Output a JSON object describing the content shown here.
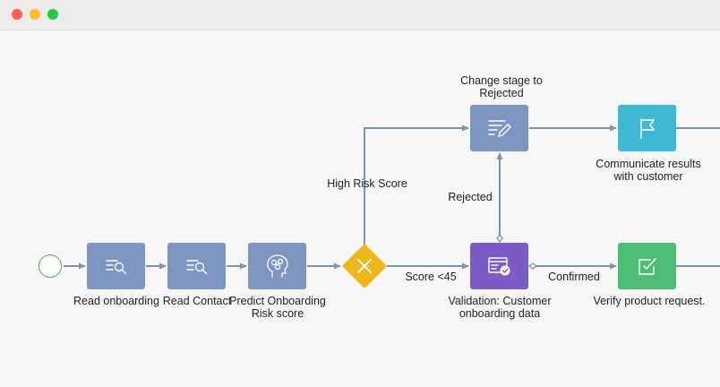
{
  "window": {
    "controls": [
      "close",
      "minimize",
      "zoom"
    ],
    "colors": {
      "close": "#ff5f57",
      "minimize": "#febc2e",
      "zoom": "#28c840"
    }
  },
  "diagram": {
    "nodes": {
      "start": {
        "type": "start-event",
        "color": "#4caf50"
      },
      "read_onboarding": {
        "label": "Read onboarding",
        "icon": "read-data-icon",
        "color": "#7d96c0"
      },
      "read_contact": {
        "label": "Read Contact",
        "icon": "read-data-icon",
        "color": "#7d96c0"
      },
      "predict": {
        "label_line1": "Predict Onboarding",
        "label_line2": "Risk score",
        "icon": "brain-icon",
        "color": "#7d96c0"
      },
      "gateway": {
        "type": "exclusive-gateway",
        "icon": "x-icon",
        "color": "#f0b71a"
      },
      "change_stage": {
        "label_line1": "Change stage to",
        "label_line2": "Rejected",
        "icon": "edit-document-icon",
        "color": "#7d96c0"
      },
      "communicate": {
        "label_line1": "Communicate results",
        "label_line2": "with customer",
        "icon": "flag-icon",
        "color": "#3fb8d3"
      },
      "validation": {
        "label_line1": "Validation: Customer",
        "label_line2": "onboarding data",
        "icon": "approval-icon",
        "color": "#7b5cc7"
      },
      "verify": {
        "label": "Verify product request.",
        "icon": "checkbox-icon",
        "color": "#4dbd74"
      }
    },
    "flows": {
      "high_risk": "High Risk Score",
      "score_low": "Score <45",
      "rejected": "Rejected",
      "confirmed": "Confirmed"
    },
    "connector_color": "#7f92b2"
  }
}
